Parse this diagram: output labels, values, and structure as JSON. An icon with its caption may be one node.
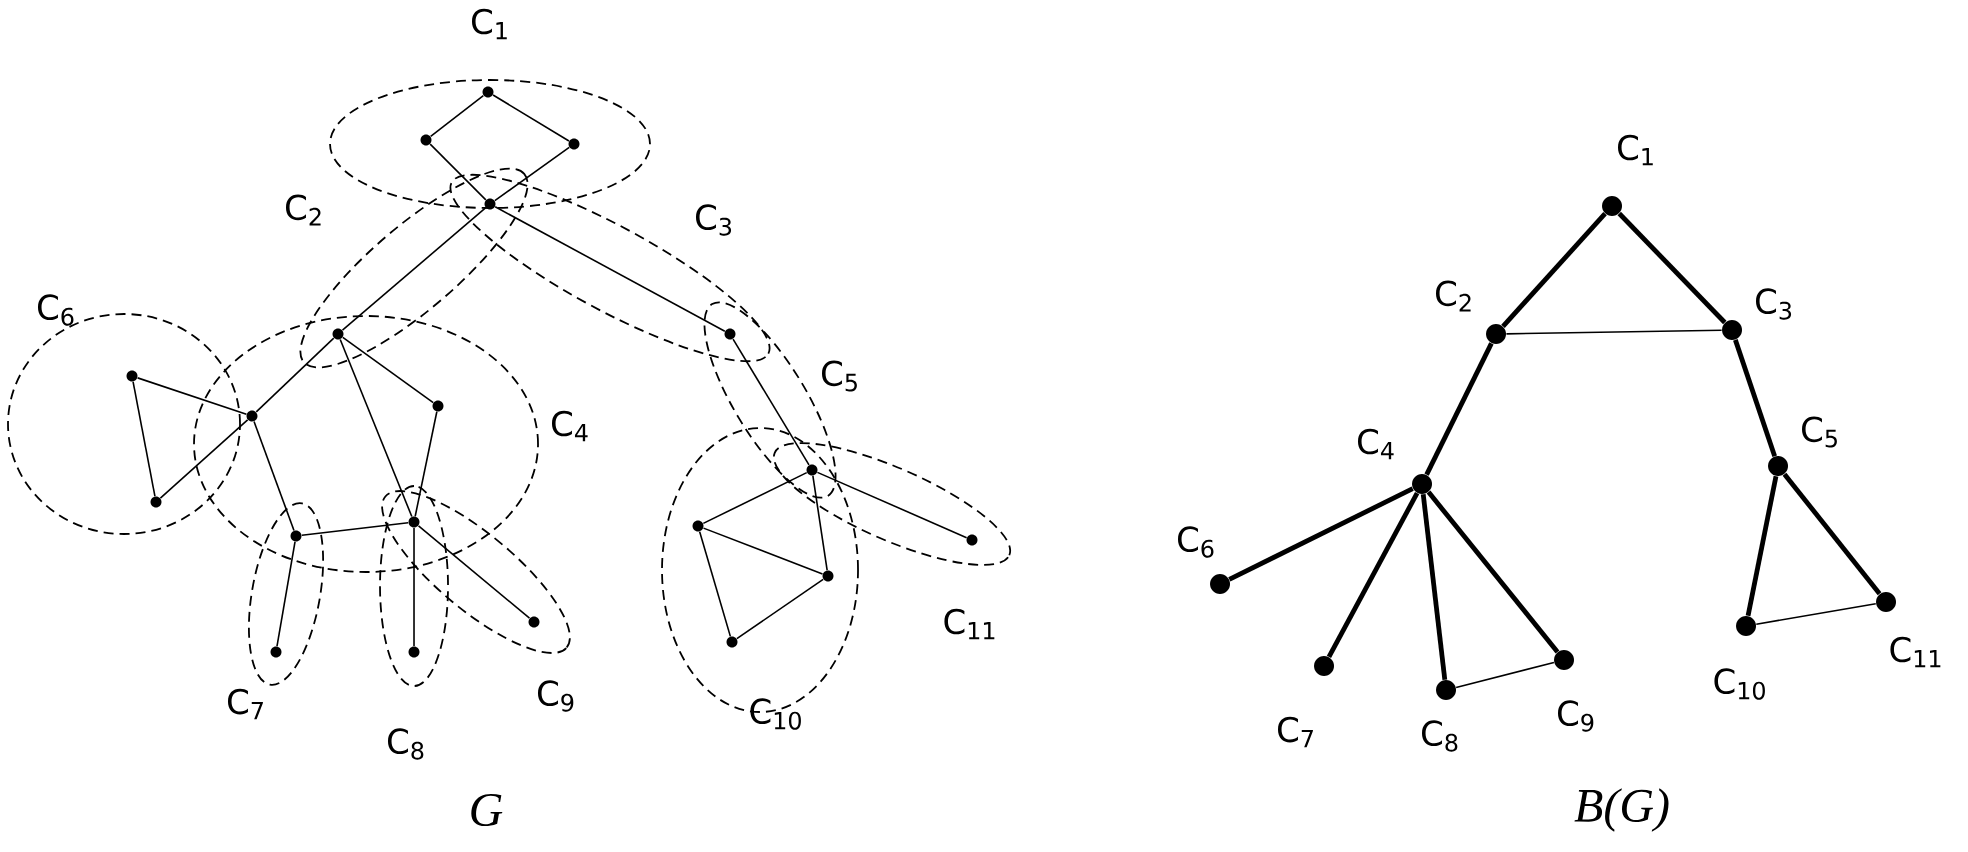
{
  "diagram": {
    "nodes": [
      {
        "text": [],
        "shape": "circle"
      },
      {
        "text": [],
        "shape": "circle"
      },
      {
        "text": [],
        "shape": "circle"
      },
      {
        "text": [],
        "shape": "circle"
      },
      {
        "text": [],
        "shape": "circle"
      },
      {
        "text": [],
        "shape": "circle"
      },
      {
        "text": [],
        "shape": "circle"
      },
      {
        "text": [],
        "shape": "circle"
      },
      {
        "text": [],
        "shape": "circle"
      },
      {
        "text": [],
        "shape": "circle"
      },
      {
        "text": [],
        "shape": "circle"
      },
      {
        "text": [],
        "shape": "circle"
      },
      {
        "text": [],
        "shape": "circle"
      },
      {
        "text": [],
        "shape": "circle"
      },
      {
        "text": [],
        "shape": "circle"
      },
      {
        "text": [],
        "shape": "circle"
      },
      {
        "text": [],
        "shape": "circle"
      },
      {
        "text": [],
        "shape": "circle"
      },
      {
        "text": [],
        "shape": "circle"
      },
      {
        "text": [],
        "shape": "circle"
      },
      {
        "text": [],
        "shape": "circle",
        "beside": [
          "C$_{1}$"
        ]
      },
      {
        "text": [],
        "shape": "circle",
        "beside": [
          "C$_{2}$"
        ]
      },
      {
        "text": [],
        "shape": "circle",
        "beside": [
          "C$_{3}$"
        ]
      },
      {
        "text": [],
        "shape": "circle",
        "beside": [
          "C$_{4}$"
        ]
      },
      {
        "text": [],
        "shape": "circle",
        "beside": [
          "C$_{5}$"
        ]
      },
      {
        "text": [],
        "shape": "circle",
        "beside": [
          "C$_{6}$"
        ]
      },
      {
        "text": [],
        "shape": "circle",
        "beside": [
          "C$_{7}$"
        ]
      },
      {
        "text": [],
        "shape": "circle",
        "beside": [
          "C$_{8}$"
        ]
      },
      {
        "text": [],
        "shape": "circle",
        "beside": [
          "C$_{9}$"
        ]
      },
      {
        "text": [],
        "shape": "circle",
        "beside": [
          "C$_{10}$"
        ]
      },
      {
        "text": [],
        "shape": "circle",
        "beside": [
          "C$_{11}$"
        ]
      }
    ],
    "edges": [
      {
        "from": 0,
        "to": 1,
        "arrow": "none"
      },
      {
        "from": 0,
        "to": 2,
        "arrow": "none"
      },
      {
        "from": 1,
        "to": 3,
        "arrow": "none"
      },
      {
        "from": 2,
        "to": 3,
        "arrow": "none"
      },
      {
        "from": 3,
        "to": 4,
        "arrow": "none"
      },
      {
        "from": 3,
        "to": 5,
        "arrow": "none"
      },
      {
        "from": 5,
        "to": 9,
        "arrow": "none"
      },
      {
        "from": 9,
        "to": 14,
        "arrow": "none"
      },
      {
        "from": 9,
        "to": 13,
        "arrow": "none"
      },
      {
        "from": 9,
        "to": 15,
        "arrow": "none"
      },
      {
        "from": 13,
        "to": 15,
        "arrow": "none"
      },
      {
        "from": 13,
        "to": 19,
        "arrow": "none"
      },
      {
        "from": 15,
        "to": 19,
        "arrow": "none"
      },
      {
        "from": 4,
        "to": 7,
        "arrow": "none"
      },
      {
        "from": 4,
        "to": 8,
        "arrow": "none"
      },
      {
        "from": 4,
        "to": 12,
        "arrow": "none"
      },
      {
        "from": 8,
        "to": 12,
        "arrow": "none"
      },
      {
        "from": 7,
        "to": 11,
        "arrow": "none"
      },
      {
        "from": 11,
        "to": 12,
        "arrow": "none"
      },
      {
        "from": 11,
        "to": 16,
        "arrow": "none"
      },
      {
        "from": 12,
        "to": 17,
        "arrow": "none"
      },
      {
        "from": 12,
        "to": 18,
        "arrow": "none"
      },
      {
        "from": 6,
        "to": 7,
        "arrow": "none"
      },
      {
        "from": 6,
        "to": 10,
        "arrow": "none"
      },
      {
        "from": 7,
        "to": 10,
        "arrow": "none"
      },
      {
        "from": 20,
        "to": 21,
        "arrow": "none",
        "style": "thick"
      },
      {
        "from": 20,
        "to": 22,
        "arrow": "none",
        "style": "thick"
      },
      {
        "from": 21,
        "to": 22,
        "arrow": "none"
      },
      {
        "from": 21,
        "to": 23,
        "arrow": "none",
        "style": "thick"
      },
      {
        "from": 22,
        "to": 24,
        "arrow": "none",
        "style": "thick"
      },
      {
        "from": 23,
        "to": 25,
        "arrow": "none",
        "style": "thick"
      },
      {
        "from": 23,
        "to": 26,
        "arrow": "none",
        "style": "thick"
      },
      {
        "from": 23,
        "to": 27,
        "arrow": "none",
        "style": "thick"
      },
      {
        "from": 23,
        "to": 28,
        "arrow": "none",
        "style": "thick"
      },
      {
        "from": 27,
        "to": 28,
        "arrow": "none"
      },
      {
        "from": 24,
        "to": 29,
        "arrow": "none",
        "style": "thick"
      },
      {
        "from": 24,
        "to": 30,
        "arrow": "none",
        "style": "thick"
      },
      {
        "from": 29,
        "to": 30,
        "arrow": "none"
      }
    ],
    "labels": [
      "C$_{1}$",
      "C$_{2}$",
      "C$_{3}$",
      "C$_{6}$",
      "C$_{5}$",
      "C$_{4}$",
      "C$_{11}$",
      "C$_{9}$",
      "C$_{7}$",
      "C$_{10}$",
      "C$_{8}$",
      "G",
      "B(G)"
    ]
  }
}
